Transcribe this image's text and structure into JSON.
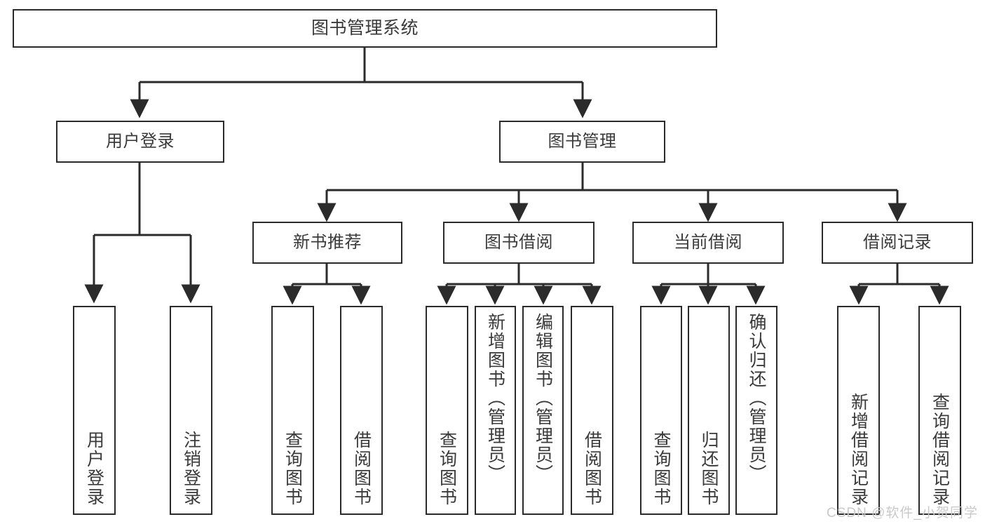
{
  "diagram": {
    "type": "tree-hierarchy",
    "title": "图书管理系统",
    "style": {
      "box_border": "#2b2b2b",
      "box_fill": "#ffffff",
      "text": "#3a3a3a",
      "connector": "#2b2b2b",
      "watermark": "#c9c9c9"
    }
  },
  "nodes": {
    "root": {
      "label": "图书管理系统"
    },
    "level2": [
      {
        "label": "用户登录"
      },
      {
        "label": "图书管理"
      }
    ],
    "level3": [
      {
        "label": "新书推荐"
      },
      {
        "label": "图书借阅"
      },
      {
        "label": "当前借阅"
      },
      {
        "label": "借阅记录"
      }
    ],
    "leaves_user_login": [
      {
        "label": "用户登录"
      },
      {
        "label": "注销登录"
      }
    ],
    "leaves_new_book": [
      {
        "label": "查询图书"
      },
      {
        "label": "借阅图书"
      }
    ],
    "leaves_borrow": [
      {
        "label": "查询图书"
      },
      {
        "label": "新增图书（管理员）"
      },
      {
        "label": "编辑图书（管理员）"
      },
      {
        "label": "借阅图书"
      }
    ],
    "leaves_current": [
      {
        "label": "查询图书"
      },
      {
        "label": "归还图书"
      },
      {
        "label": "确认归还（管理员）"
      }
    ],
    "leaves_records": [
      {
        "label": "新增借阅记录"
      },
      {
        "label": "查询借阅记录"
      }
    ]
  },
  "watermark": {
    "text": "CSDN @软件_小贺同学"
  }
}
